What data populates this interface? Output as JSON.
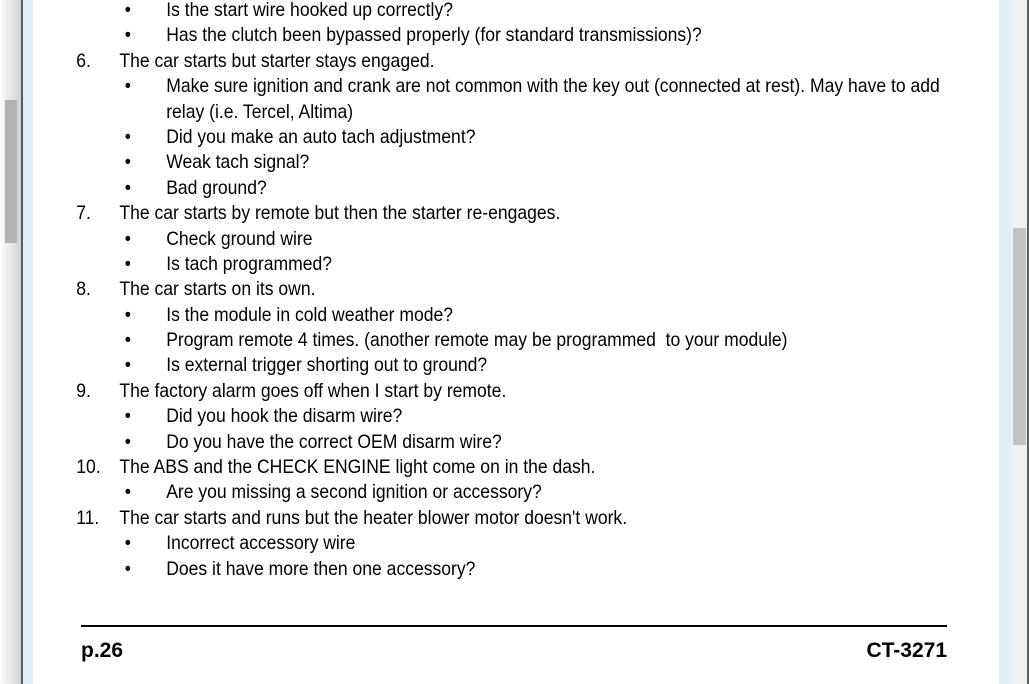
{
  "window": {
    "left_scrollbar": {
      "name": "outer-vertical-scrollbar"
    },
    "right_scrollbar": {
      "name": "document-vertical-scrollbar"
    }
  },
  "document": {
    "lines": [
      {
        "kind": "bullet",
        "bullet": "•",
        "text": "Is the start wire hooked up correctly?"
      },
      {
        "kind": "bullet",
        "bullet": "•",
        "text": "Has the clutch been bypassed properly (for standard transmissions)?"
      },
      {
        "kind": "number",
        "num": "6.",
        "text": "The car starts but starter stays engaged."
      },
      {
        "kind": "bullet",
        "bullet": "•",
        "text": "Make sure ignition and crank are not common with the key out (connected at rest). May have to add"
      },
      {
        "kind": "continue",
        "text": "relay (i.e. Tercel, Altima)"
      },
      {
        "kind": "bullet",
        "bullet": "•",
        "text": "Did you make an auto tach adjustment?"
      },
      {
        "kind": "bullet",
        "bullet": "•",
        "text": "Weak tach signal?"
      },
      {
        "kind": "bullet",
        "bullet": "•",
        "text": "Bad ground?"
      },
      {
        "kind": "number",
        "num": "7.",
        "text": "The car starts by remote but then the starter re-engages."
      },
      {
        "kind": "bullet",
        "bullet": "•",
        "text": "Check ground wire"
      },
      {
        "kind": "bullet",
        "bullet": "•",
        "text": "Is tach programmed?"
      },
      {
        "kind": "number",
        "num": "8.",
        "text": "The car starts on its own."
      },
      {
        "kind": "bullet",
        "bullet": "•",
        "text": "Is the module in cold weather mode?"
      },
      {
        "kind": "bullet",
        "bullet": "•",
        "text": "Program remote 4 times. (another remote may be programmed  to your module)"
      },
      {
        "kind": "bullet",
        "bullet": "•",
        "text": "Is external trigger shorting out to ground?"
      },
      {
        "kind": "number",
        "num": "9.",
        "text": "The factory alarm goes off when I start by remote."
      },
      {
        "kind": "bullet",
        "bullet": "•",
        "text": "Did you hook the disarm wire?"
      },
      {
        "kind": "bullet",
        "bullet": "•",
        "text": "Do you have the correct OEM disarm wire?"
      },
      {
        "kind": "number",
        "num": "10.",
        "text": "The ABS and the CHECK ENGINE light come on in the dash."
      },
      {
        "kind": "bullet",
        "bullet": "•",
        "text": "Are you missing a second ignition or accessory?"
      },
      {
        "kind": "number",
        "num": "11.",
        "text": "The car starts and runs but the heater blower motor doesn't work."
      },
      {
        "kind": "bullet",
        "bullet": "•",
        "text": "Incorrect accessory wire"
      },
      {
        "kind": "bullet",
        "bullet": "•",
        "text": "Does it have more then one accessory?"
      }
    ],
    "footer": {
      "page_label": "p.26",
      "doc_code": "CT-3271"
    }
  },
  "colors": {
    "page_background": "#ffffff",
    "text": "#000000",
    "scrollbar_track": "#f0f0f0",
    "scrollbar_thumb": "#c2c2c2",
    "left_scrollbar_thumb": "#b2b2b2",
    "blue_strip": "#e2edf4",
    "window_border": "#5a5f62"
  }
}
